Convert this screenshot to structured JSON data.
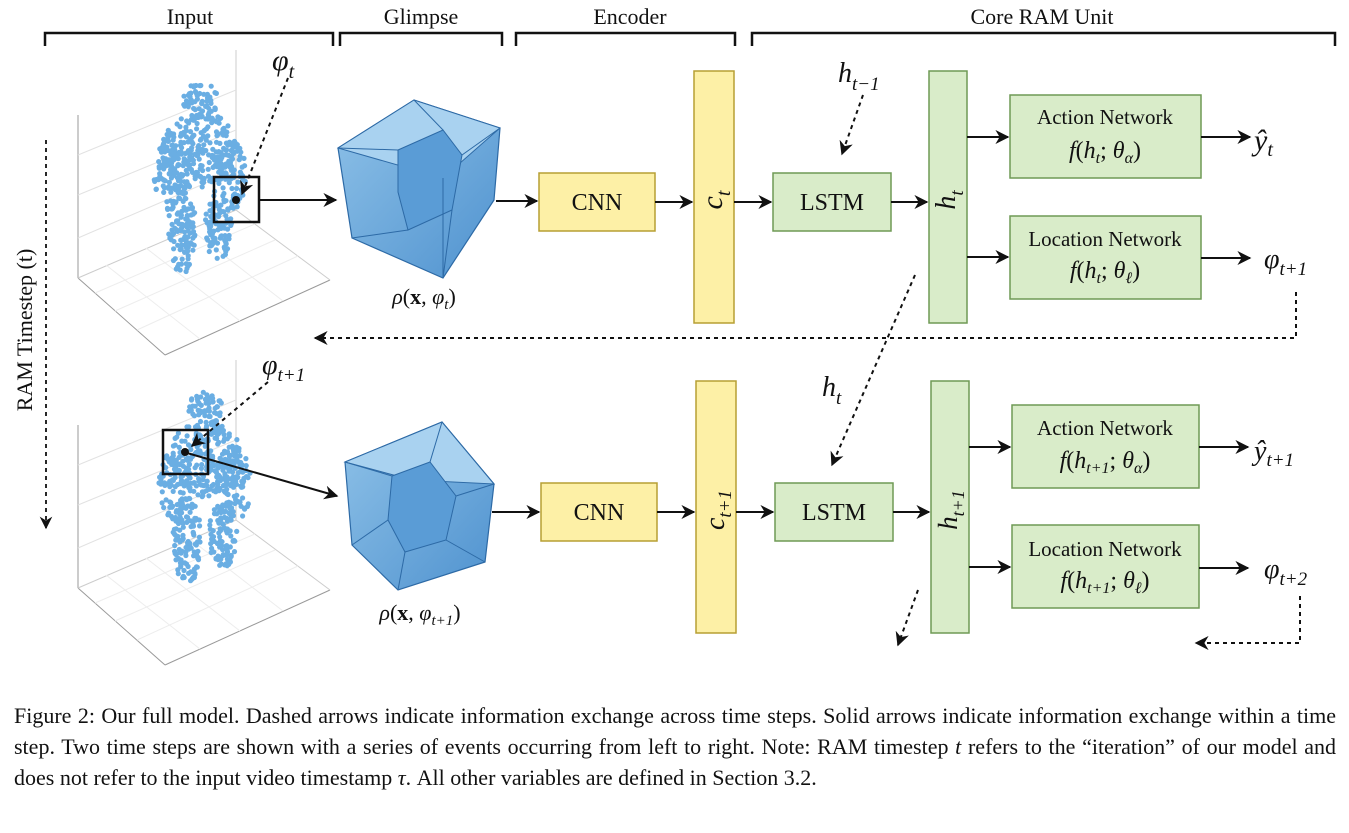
{
  "sections": {
    "input": "Input",
    "glimpse": "Glimpse",
    "encoder": "Encoder",
    "core": "Core RAM Unit"
  },
  "timestep_axis_label": "RAM Timestep (t)",
  "rows": [
    {
      "location": "φt",
      "glimpse_fn": "ρ(x, φt)",
      "cnn": "CNN",
      "code": "ct",
      "lstm": "LSTM",
      "hidden_in": "ht−1",
      "hidden": "ht",
      "action_title": "Action Network",
      "action_fn": "f(ht; θα)",
      "action_out": "ŷt",
      "location_title": "Location Network",
      "location_fn": "f(ht; θℓ)",
      "location_out": "φt+1"
    },
    {
      "location": "φt+1",
      "glimpse_fn": "ρ(x, φt+1)",
      "cnn": "CNN",
      "code": "ct+1",
      "lstm": "LSTM",
      "hidden_in": "ht",
      "hidden": "ht+1",
      "action_title": "Action Network",
      "action_fn": "f(ht+1; θα)",
      "action_out": "ŷt+1",
      "location_title": "Location Network",
      "location_fn": "f(ht+1; θℓ)",
      "location_out": "φt+2"
    }
  ],
  "caption": {
    "label": "Figure 2:",
    "text_1": "Our full model. Dashed arrows indicate information exchange across time steps. Solid arrows indicate information exchange within a time step. Two time steps are shown with a series of events occurring from left to right. Note: RAM timestep",
    "var_t": "t",
    "text_2": "refers to the “iteration” of our model and does not refer to the input video timestamp",
    "var_tau": "τ",
    "text_3": ". All other variables are defined in Section 3.2."
  },
  "colors": {
    "encoder_fill": "#fdf0a6",
    "encoder_stroke": "#b79f33",
    "core_fill": "#d9ecc9",
    "core_stroke": "#6f9a55",
    "points": "#6aaee3",
    "cube_fill": "#79b3e0"
  }
}
